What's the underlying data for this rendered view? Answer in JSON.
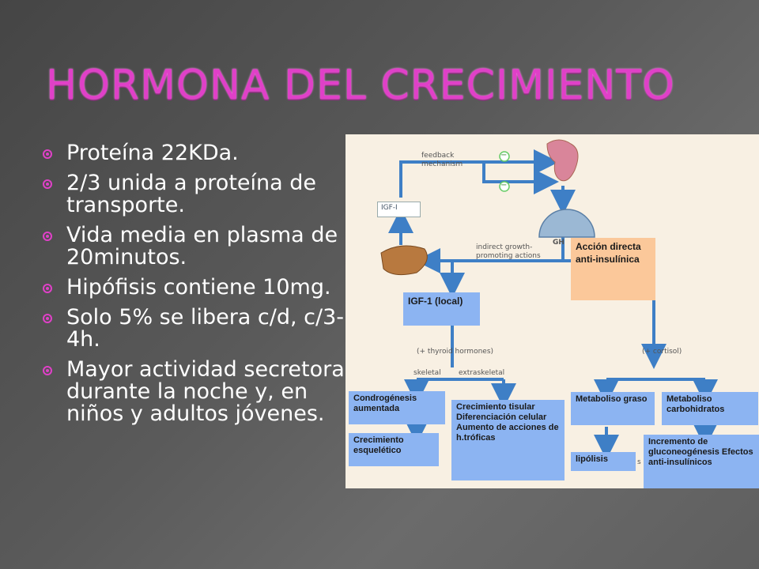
{
  "slide": {
    "title": "Hormona del crecimiento",
    "bullets": [
      "Proteína 22KDa.",
      "2/3 unida a proteína de transporte.",
      "Vida media en plasma de 20minutos.",
      "Hipófisis contiene 10mg.",
      "Solo 5% se libera c/d, c/3-4h.",
      "Mayor actividad secretora durante la noche y, en niños y adultos jóvenes."
    ]
  },
  "diagram": {
    "labels": {
      "feedback": "feedback mechanism",
      "igf_i": "IGF-I",
      "gh": "GH",
      "indirect": "indirect growth-promoting actions",
      "thyroid": "(+ thyroid hormones)",
      "cortisol": "(+ cortisol)",
      "skeletal": "skeletal",
      "extraskeletal": "extraskeletal",
      "minus": "−",
      "partial_s": "s"
    },
    "boxes": {
      "accion": "Acción directa anti-insulínica",
      "igf1_local": "IGF-1 (local)",
      "condrogenesis": "Condrogénesis aumentada",
      "crecimiento_esq": "Crecimiento esquelético",
      "crecimiento_tisular": "Crecimiento tisular Diferenciación celular Aumento de acciones de h.tróficas",
      "metabolismo_graso": "Metaboliso graso",
      "metabolismo_carbo": "Metaboliso carbohidratos",
      "lipolisis": "lipólisis",
      "gluconeogenesis": "Incremento de gluconeogénesis Efectos anti-insulínicos"
    },
    "colors": {
      "arrow": "#3e7fc6",
      "blue_box": "#8cb4f2",
      "peach_box": "#fbc89a",
      "title": "#e040c8"
    }
  }
}
